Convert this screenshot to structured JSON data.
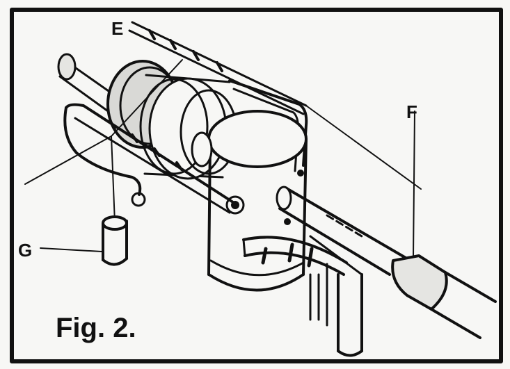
{
  "figure": {
    "caption": "Fig. 2.",
    "labels": {
      "e": "E",
      "f": "F",
      "g": "G"
    }
  },
  "colors": {
    "ink": "#111111",
    "paper": "#f7f7f5",
    "shade": "#d9d9d6"
  }
}
